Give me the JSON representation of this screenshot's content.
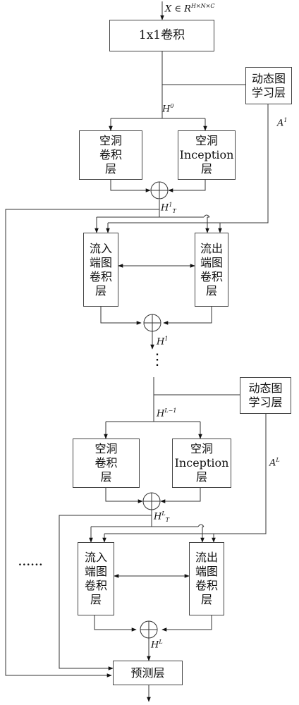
{
  "labels": {
    "input": "X ∈ R",
    "input_sup": "H×N×C",
    "h0": "H",
    "h0_sup": "0",
    "a1": "A",
    "a1_sup": "1",
    "ht1": "H",
    "ht1_sup": "1",
    "ht1_sub": "T",
    "h1": "H",
    "h1_sup": "1",
    "hl1": "H",
    "hl1_sup": "L−1",
    "al": "A",
    "al_sup": "L",
    "htl": "H",
    "htl_sup": "L",
    "htl_sub": "T",
    "hl": "H",
    "hl_sup": "L"
  },
  "boxes": {
    "conv1x1": "1x1卷积",
    "dyn1": "动态图\n学习层",
    "dil1": "空洞\n卷积\n层",
    "inc1": "空洞\nInception\n层",
    "in1": "流入\n端图\n卷积\n层",
    "out1": "流出\n端图\n卷积\n层",
    "dyn2": "动态图\n学习层",
    "dil2": "空洞\n卷积\n层",
    "inc2": "空洞\nInception\n层",
    "in2": "流入\n端图\n卷积\n层",
    "out2": "流出\n端图\n卷积\n层",
    "pred": "预测层"
  },
  "ellipsis_vertical": "⋮",
  "ellipsis_side": "......"
}
